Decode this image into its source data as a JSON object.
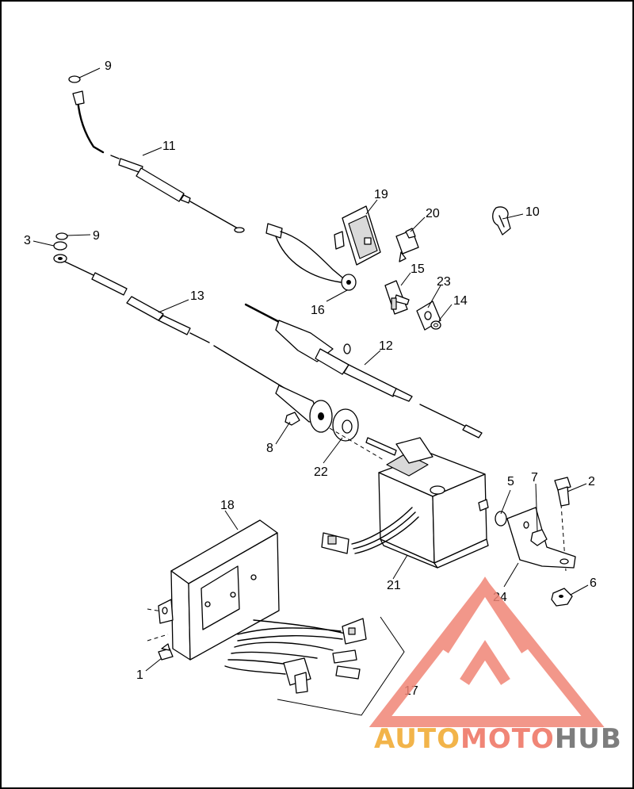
{
  "diagram": {
    "callouts": {
      "c1": "1",
      "c2": "2",
      "c3": "3",
      "c5": "5",
      "c6": "6",
      "c7": "7",
      "c8": "8",
      "c9a": "9",
      "c9b": "9",
      "c10": "10",
      "c11": "11",
      "c12": "12",
      "c13": "13",
      "c14": "14",
      "c15": "15",
      "c16": "16",
      "c17": "17",
      "c18": "18",
      "c19": "19",
      "c20": "20",
      "c21": "21",
      "c22": "22",
      "c23": "23",
      "c24": "24"
    }
  },
  "watermark": {
    "part1": "AUTO",
    "part2": "MOTO",
    "part3": "HUB",
    "colors": {
      "auto": "#f2b44a",
      "moto": "#f08576",
      "hub": "#7d7d7d",
      "triangle": "#f08576"
    }
  }
}
